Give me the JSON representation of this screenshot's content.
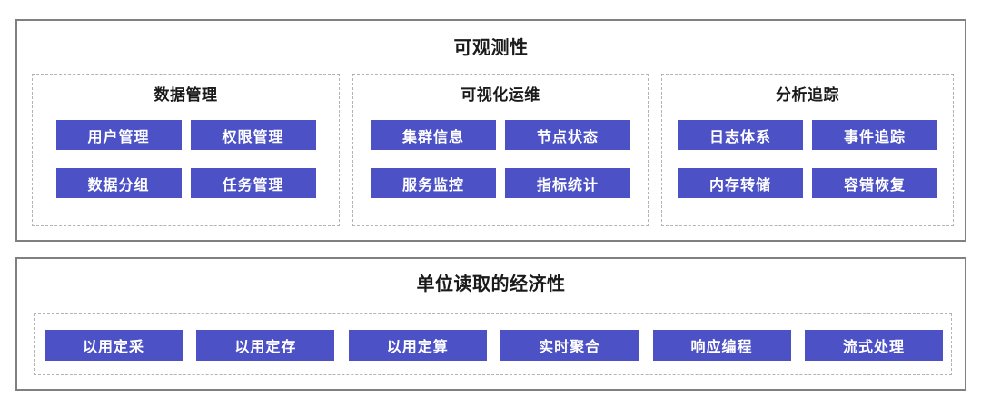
{
  "diagram": {
    "background_color": "#ffffff",
    "chip_color": "#4c51c6",
    "chip_text_color": "#ffffff",
    "panel_border_color": "#808080",
    "group_border_color": "#b3b3b3"
  },
  "sections": [
    {
      "key": "observability",
      "title": "可观测性",
      "groups": [
        {
          "key": "data-management",
          "title": "数据管理",
          "rows": [
            [
              "用户管理",
              "权限管理"
            ],
            [
              "数据分组",
              "任务管理"
            ]
          ]
        },
        {
          "key": "visual-ops",
          "title": "可视化运维",
          "rows": [
            [
              "集群信息",
              "节点状态"
            ],
            [
              "服务监控",
              "指标统计"
            ]
          ]
        },
        {
          "key": "analysis-trace",
          "title": "分析追踪",
          "rows": [
            [
              "日志体系",
              "事件追踪"
            ],
            [
              "内存转储",
              "容错恢复"
            ]
          ]
        }
      ]
    },
    {
      "key": "economy",
      "title": "单位读取的经济性",
      "items": [
        "以用定采",
        "以用定存",
        "以用定算",
        "实时聚合",
        "响应编程",
        "流式处理"
      ]
    }
  ]
}
